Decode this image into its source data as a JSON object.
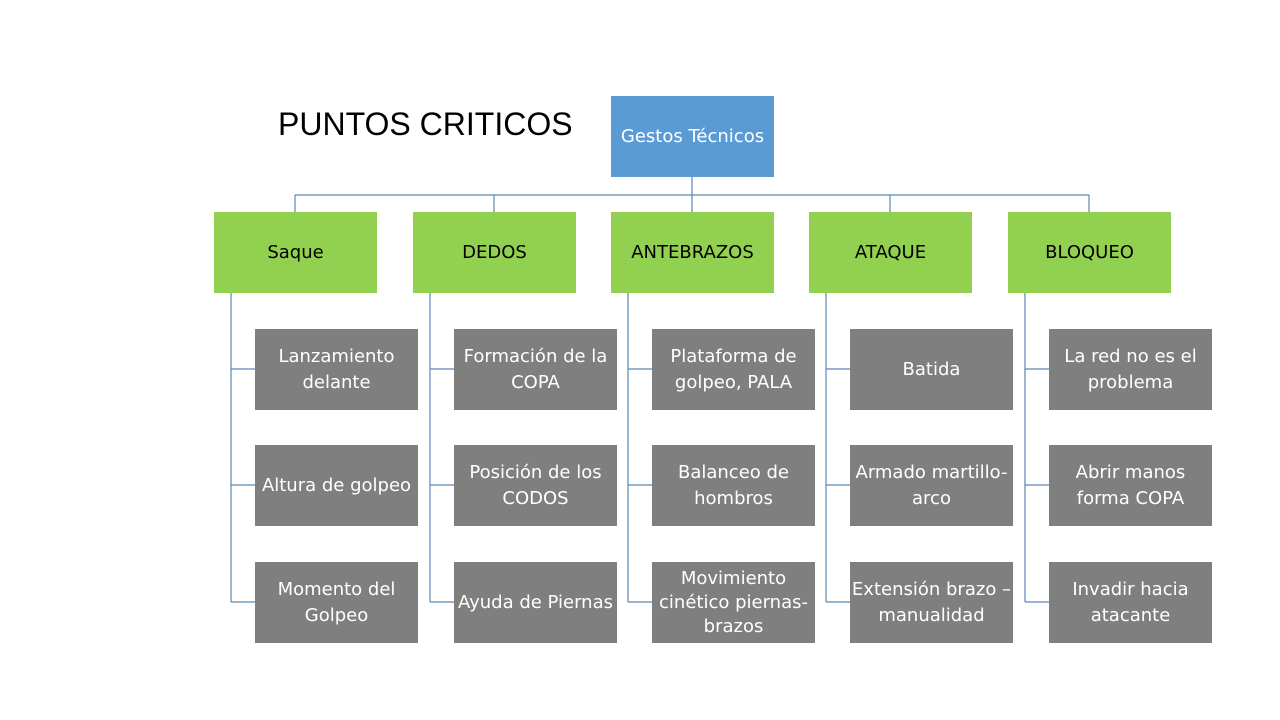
{
  "title": "PUNTOS CRITICOS",
  "root": "Gestos Técnicos",
  "categories": [
    {
      "label": "Saque",
      "items": [
        "Lanzamiento delante",
        "Altura de golpeo",
        "Momento del Golpeo"
      ]
    },
    {
      "label": "DEDOS",
      "items": [
        "Formación de la COPA",
        "Posición de los CODOS",
        "Ayuda de Piernas"
      ]
    },
    {
      "label": "ANTEBRAZOS",
      "items": [
        "Plataforma de golpeo, PALA",
        "Balanceo de hombros",
        "Movimiento cinético piernas-brazos"
      ]
    },
    {
      "label": "ATAQUE",
      "items": [
        "Batida",
        "Armado martillo-arco",
        "Extensión brazo – manualidad"
      ]
    },
    {
      "label": "BLOQUEO",
      "items": [
        "La red no es el problema",
        "Abrir manos forma COPA",
        "Invadir hacia atacante"
      ]
    }
  ],
  "colors": {
    "root": "#5b9bd5",
    "category": "#92d050",
    "item": "#7f7f7f",
    "connector": "#5b87b5"
  }
}
